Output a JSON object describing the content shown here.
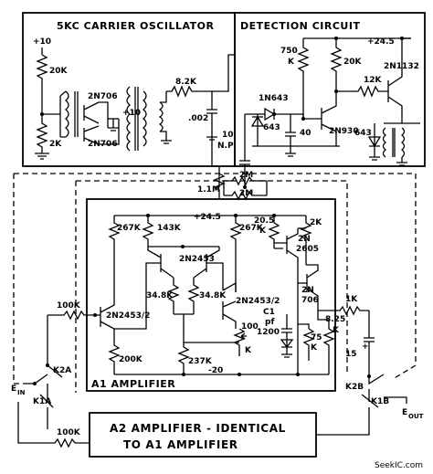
{
  "blocks": {
    "oscillator": "5KC CARRIER OSCILLATOR",
    "detection": "DETECTION CIRCUIT",
    "a1": "A1 AMPLIFIER",
    "a2_line1": "A2 AMPLIFIER - IDENTICAL",
    "a2_line2": "TO A1 AMPLIFIER"
  },
  "oscillator": {
    "supply": "+10",
    "r_top": "20K",
    "r_bottom": "2K",
    "q1": "2N706",
    "q2": "2N706",
    "tap": "+10",
    "r_out": "8.2K",
    "c_out": ".002"
  },
  "detection": {
    "supply": "+24.5",
    "r1": "750",
    "r1_unit": "K",
    "r2": "20K",
    "r3": "12K",
    "q_out": "2N1132",
    "q_mid": "2N930",
    "diode": "1N643",
    "d1": "643",
    "c1": "40",
    "d2": "643"
  },
  "link": {
    "c_value": "10",
    "c_type": "N.P",
    "r_link": "1.1M",
    "r_fb1": "2M",
    "r_fb2": "2M"
  },
  "a1": {
    "supply": "+24.5",
    "r_c1": "267K",
    "r_c2": "143K",
    "r_c3": "267K",
    "r_c4": "20.5",
    "r_c4_unit": "K",
    "r_c5": "2K",
    "q_pair_top": "2N2453",
    "q_out1": "2N",
    "q_out1b": "2605",
    "r_e1": "34.8K",
    "r_e2": "34.8K",
    "q_in": "2N2453/2",
    "q_in2": "2N2453/2",
    "q_out2": "2N",
    "q_out2b": "706",
    "r_in": "100K",
    "r_bias1": "200K",
    "r_bias2": "237K",
    "pot": "100",
    "pot_unit": "K",
    "c_comp": "C1",
    "c_comp_unit": "pf",
    "c_comp_val": "1200",
    "r_75": "75",
    "r_75_unit": "K",
    "r_825": "8.25",
    "r_825_unit": "K",
    "r_fb": "1K",
    "c_out": "15",
    "neg_supply": "-20"
  },
  "io": {
    "ein": "E",
    "ein_sub": "IN",
    "k2a": "K2A",
    "k1a": "K1A",
    "k2b": "K2B",
    "k1b": "K1B",
    "eout": "E",
    "eout_sub": "OUT",
    "r_a2": "100K"
  },
  "watermark": "SeekIC.com"
}
